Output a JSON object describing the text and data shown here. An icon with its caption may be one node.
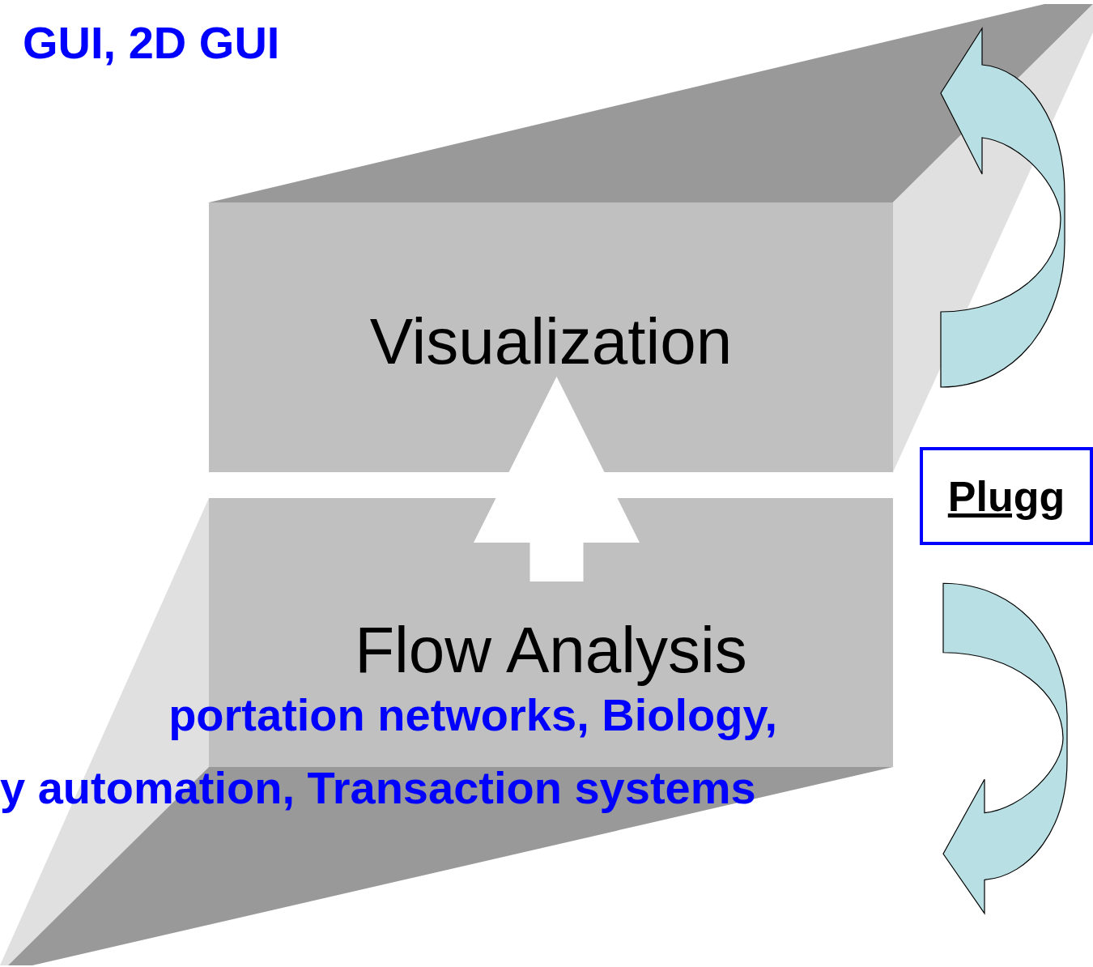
{
  "diagram": {
    "nodes": [
      {
        "text": [
          "Visualization"
        ]
      },
      {
        "text": [
          "Flow Analysis"
        ]
      },
      {
        "text": [
          "Plugg"
        ]
      }
    ],
    "edges": [
      {
        "from": 1,
        "to": 0,
        "arrow": "to"
      }
    ],
    "labels": [
      "GUI, 2D GUI",
      "portation networks, Biology,",
      "y automation, Transaction systems"
    ]
  }
}
